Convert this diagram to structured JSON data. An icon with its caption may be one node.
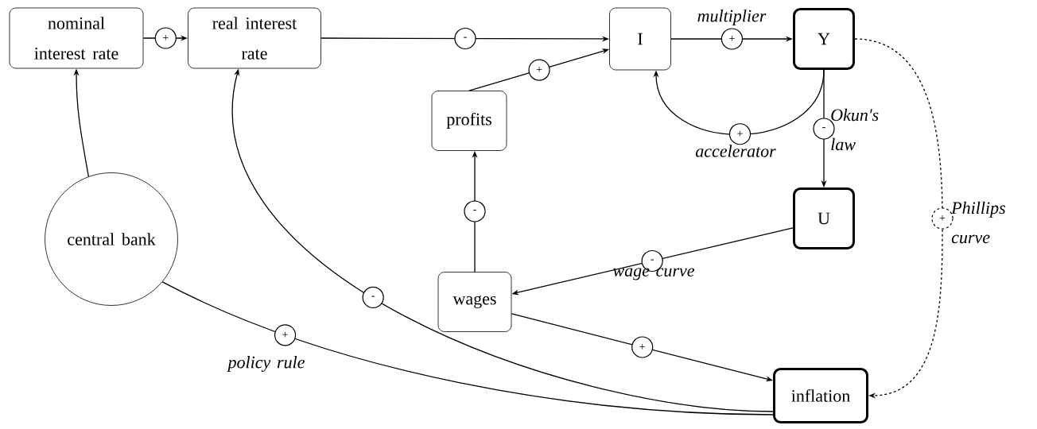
{
  "diagram": {
    "nodes": [
      {
        "text": [
          "nominal interest rate"
        ]
      },
      {
        "text": [
          "real interest rate"
        ]
      },
      {
        "text": [
          "I"
        ]
      },
      {
        "text": [
          "Y"
        ]
      },
      {
        "text": [
          "profits"
        ]
      },
      {
        "text": [
          "central bank"
        ]
      },
      {
        "text": [
          "U"
        ]
      },
      {
        "text": [
          "wages"
        ]
      },
      {
        "text": [
          "inflation"
        ]
      }
    ],
    "edges": [
      {
        "from": 0,
        "to": 1,
        "arrow": "to",
        "label": "+"
      },
      {
        "from": 1,
        "to": 2,
        "arrow": "to",
        "label": "-"
      },
      {
        "from": 4,
        "to": 2,
        "arrow": "to",
        "label": "+"
      },
      {
        "from": 2,
        "to": 3,
        "arrow": "to",
        "label": "+"
      },
      {
        "from": 3,
        "to": 2,
        "arrow": "to",
        "label": "+"
      },
      {
        "from": 3,
        "to": 6,
        "arrow": "to",
        "label": "-"
      },
      {
        "from": 7,
        "to": 4,
        "arrow": "to",
        "label": "-"
      },
      {
        "from": 6,
        "to": 7,
        "arrow": "to",
        "label": "-"
      },
      {
        "from": 5,
        "to": 0,
        "arrow": "to"
      },
      {
        "from": 8,
        "to": 1,
        "arrow": "to",
        "label": "-"
      },
      {
        "from": 5,
        "to": 8,
        "arrow": "none",
        "label": "+"
      },
      {
        "from": 7,
        "to": 8,
        "arrow": "to",
        "label": "+"
      },
      {
        "from": 3,
        "to": 8,
        "arrow": "to",
        "label": "+",
        "style": "dashed"
      }
    ],
    "labels": [
      "multiplier",
      "Okun's law",
      "accelerator",
      "Phillips curve",
      "wage curve",
      "policy rule"
    ]
  }
}
